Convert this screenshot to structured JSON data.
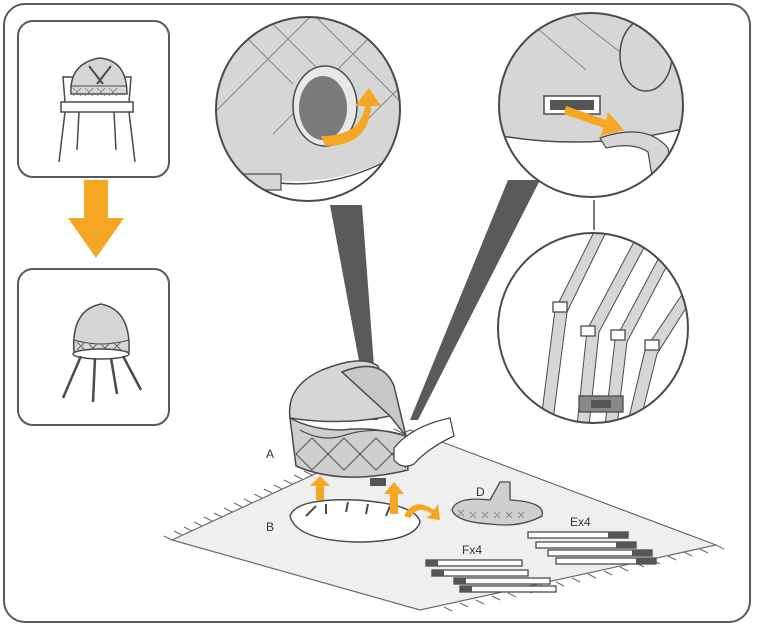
{
  "labels": {
    "a": "A",
    "b": "B",
    "d": "D",
    "e": "Ex4",
    "f": "Fx4"
  },
  "colors": {
    "accent_orange": "#f5a623",
    "outline": "#4a4a4a",
    "fabric_gray": "#d6d6d6",
    "dark_wedge": "#555555"
  }
}
